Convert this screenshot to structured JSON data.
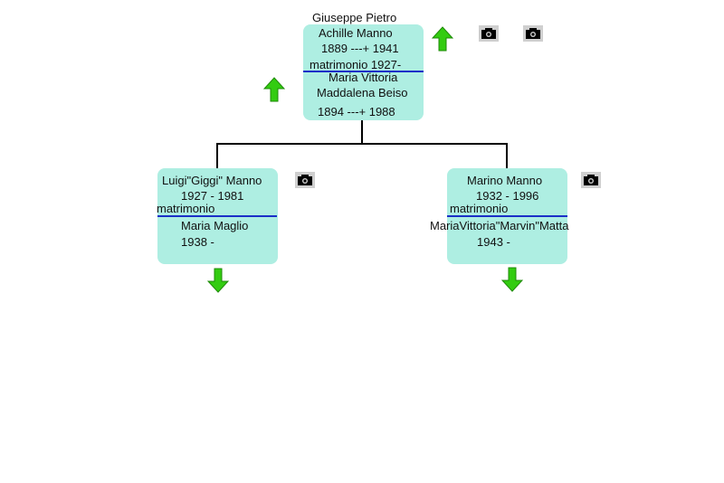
{
  "parents": {
    "father_name_line1": "Giuseppe Pietro",
    "father_name_line2": "Achille Manno",
    "father_dates": "1889 ---+ 1941",
    "marriage": "matrimonio 1927-",
    "mother_name_line1": "Maria Vittoria",
    "mother_name_line2": "Maddalena Beiso",
    "mother_dates": "1894 ---+ 1988"
  },
  "children": [
    {
      "name": "Luigi\"Giggi\" Manno",
      "dates": "1927 - 1981",
      "marriage": "matrimonio",
      "spouse": "Maria Maglio",
      "spouse_dates": "1938 -"
    },
    {
      "name": "Marino Manno",
      "dates": "1932 - 1996",
      "marriage": "matrimonio",
      "spouse": "MariaVittoria\"Marvin\"Matta",
      "spouse_dates": "1943 -"
    }
  ],
  "colors": {
    "box_fill": "#aeeee2",
    "marriage_line": "#1a2fc8",
    "arrow_green": "#33cc11"
  },
  "icons": {
    "photo": "camera-icon",
    "up": "arrow-up-icon",
    "down": "arrow-down-icon"
  }
}
